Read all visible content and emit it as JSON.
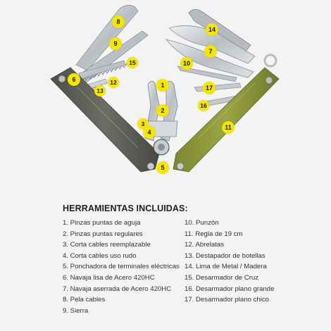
{
  "heading": "HERRAMIENTAS INCLUIDAS:",
  "colors": {
    "badge": "#f4e600",
    "handle_gray": "#5d6257",
    "handle_green": "#8f9a3b",
    "steel": "#c9ccd0"
  },
  "badges": [
    "8",
    "9",
    "15",
    "12",
    "6",
    "13",
    "1",
    "2",
    "3",
    "4",
    "5",
    "14",
    "7",
    "10",
    "17",
    "16",
    "11"
  ],
  "tools_left": [
    "1. Pinzas puntas de aguja",
    "2. Pinzas puntas regulares",
    "3. Corta cables reemplazable",
    "4. Corta cables uso rudo",
    "5. Ponchadora de terminales eléctricas",
    "6. Navaja lisa de Acero 420HC",
    "7. Navaja aserrada de Acero 420HC",
    "8. Pela cables",
    "9. Sierra"
  ],
  "tools_right": [
    "10. Punzón",
    "11. Regla de 19 cm",
    "12. Abrelatas",
    "13. Destapador de botellas",
    "14. Lima de Metal / Madera",
    "15. Desarmador de Cruz",
    "16. Desarmador plano grande",
    "17. Desarmador plano chico"
  ]
}
